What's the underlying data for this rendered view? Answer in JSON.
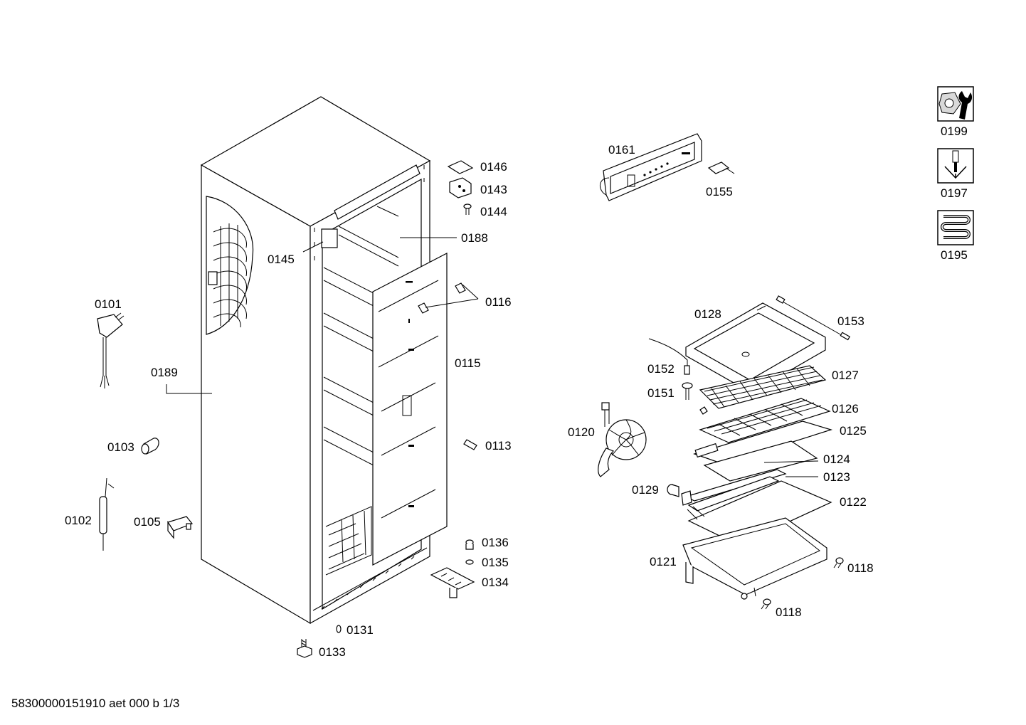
{
  "document_id": "58300000151910 aet 000 b 1/3",
  "labels": {
    "p0101": "0101",
    "p0102": "0102",
    "p0103": "0103",
    "p0105": "0105",
    "p0113": "0113",
    "p0115": "0115",
    "p0116": "0116",
    "p0118a": "0118",
    "p0118b": "0118",
    "p0120": "0120",
    "p0121": "0121",
    "p0122": "0122",
    "p0123": "0123",
    "p0124": "0124",
    "p0125": "0125",
    "p0126": "0126",
    "p0127": "0127",
    "p0128": "0128",
    "p0129": "0129",
    "p0131": "0131",
    "p0133": "0133",
    "p0134": "0134",
    "p0135": "0135",
    "p0136": "0136",
    "p0143": "0143",
    "p0144": "0144",
    "p0145": "0145",
    "p0146": "0146",
    "p0151": "0151",
    "p0152": "0152",
    "p0153": "0153",
    "p0155": "0155",
    "p0161": "0161",
    "p0188": "0188",
    "p0189": "0189",
    "p0195": "0195",
    "p0197": "0197",
    "p0199": "0199"
  },
  "icons": {
    "p0199": "wrench-nut-icon",
    "p0197": "screwdriver-icon",
    "p0195": "heating-coil-icon"
  }
}
